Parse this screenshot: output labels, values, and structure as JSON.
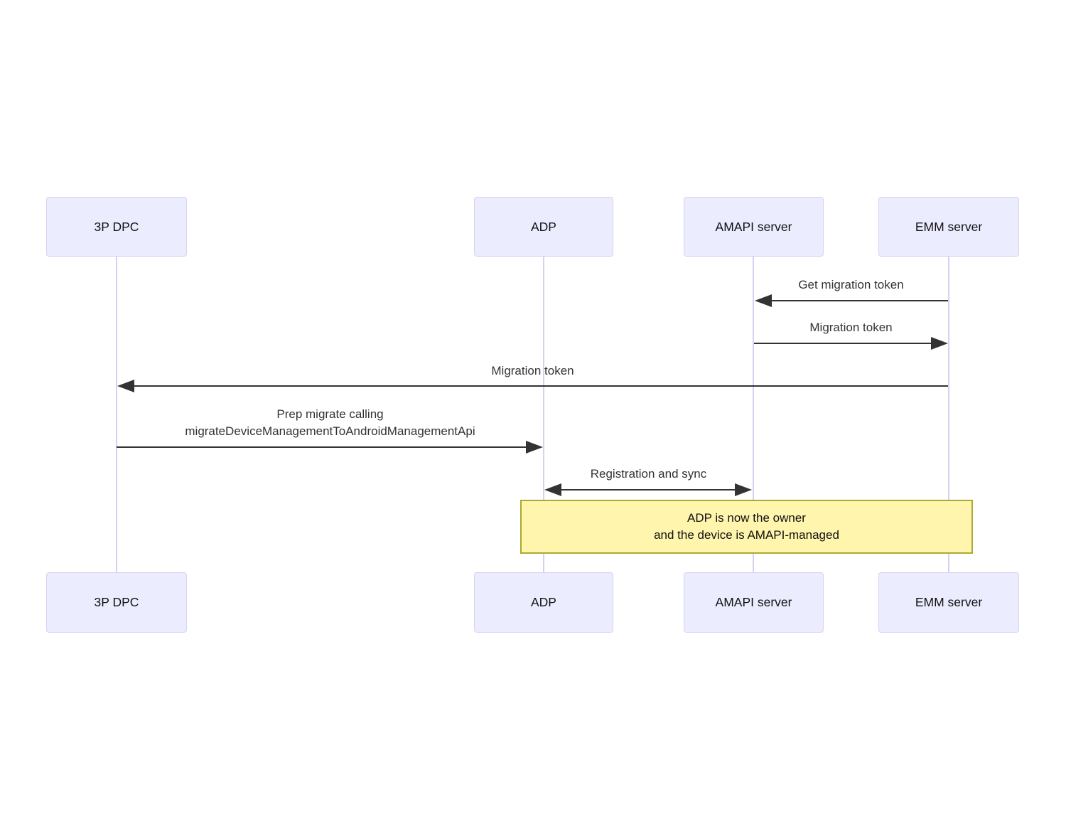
{
  "diagram": {
    "type": "sequence-diagram",
    "colors": {
      "actor_fill": "#ECECFF",
      "actor_border": "#D8D2F0",
      "lifeline": "#DACEF3",
      "message_line": "#333333",
      "message_text": "#333333",
      "note_fill": "#FFF5AD",
      "note_border": "#AAAA33"
    },
    "actors": [
      {
        "id": "3p-dpc",
        "label": "3P DPC"
      },
      {
        "id": "adp",
        "label": "ADP"
      },
      {
        "id": "amapi-server",
        "label": "AMAPI server"
      },
      {
        "id": "emm-server",
        "label": "EMM server"
      }
    ],
    "messages": [
      {
        "from": "EMM server",
        "to": "AMAPI server",
        "arrow": "left",
        "lines": [
          "Get migration token"
        ]
      },
      {
        "from": "AMAPI server",
        "to": "EMM server",
        "arrow": "right",
        "lines": [
          "Migration token"
        ]
      },
      {
        "from": "EMM server",
        "to": "3P DPC",
        "arrow": "left",
        "lines": [
          "Migration token"
        ]
      },
      {
        "from": "3P DPC",
        "to": "ADP",
        "arrow": "right",
        "lines": [
          "Prep migrate calling",
          "migrateDeviceManagementToAndroidManagementApi"
        ]
      },
      {
        "from": "ADP",
        "to": "AMAPI server",
        "arrow": "both",
        "lines": [
          "Registration and sync"
        ]
      }
    ],
    "note": {
      "span": [
        "ADP",
        "EMM server"
      ],
      "lines": [
        "ADP is now the owner",
        "and the device is AMAPI-managed"
      ]
    }
  }
}
